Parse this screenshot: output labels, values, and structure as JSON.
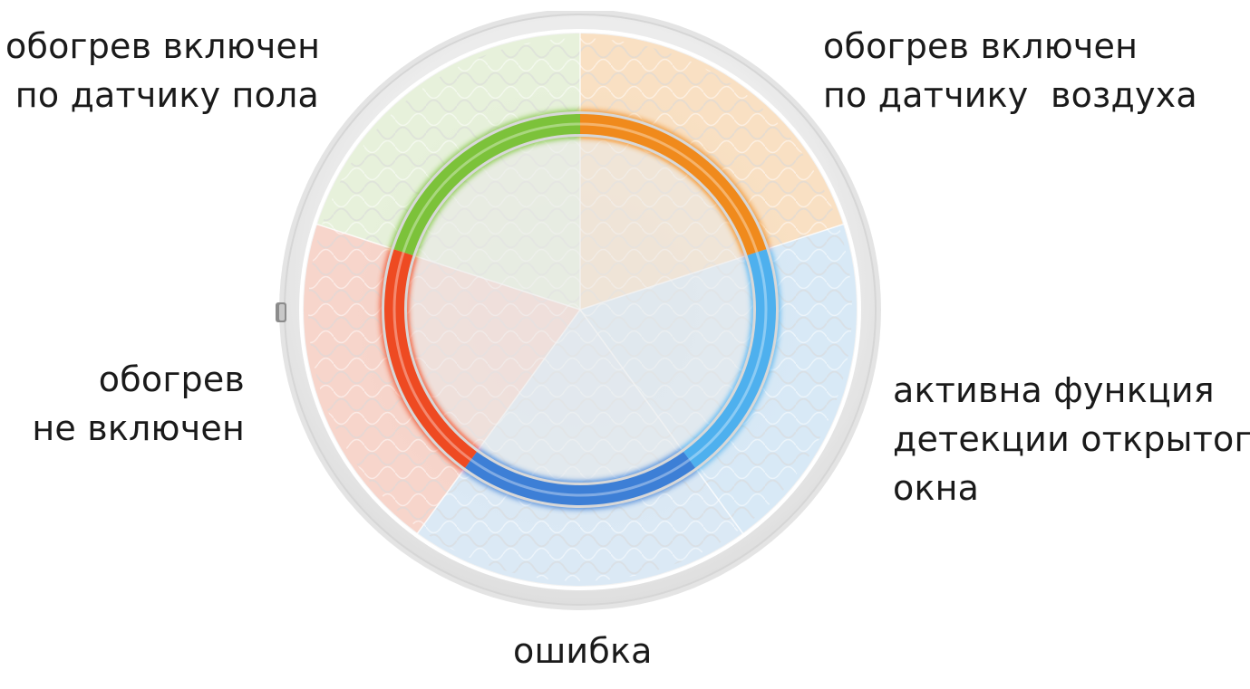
{
  "labels": {
    "top_left": [
      "обогрев включен",
      "по датчику пола"
    ],
    "top_right": [
      "обогрев включен",
      "по датчику  воздуха"
    ],
    "left": [
      "обогрев",
      "не включен"
    ],
    "right": [
      "активна функция",
      "детекции открытого",
      "окна"
    ],
    "bottom": [
      "ошибка"
    ]
  },
  "segments": [
    {
      "name": "floor-sensor",
      "color": "#f08a1c",
      "tint": "#fbd9b3"
    },
    {
      "name": "air-sensor",
      "color": "#4eb0ee",
      "tint": "#cfe6f7"
    },
    {
      "name": "open-window",
      "color": "#3d7fd6",
      "tint": "#d3e5f6"
    },
    {
      "name": "error",
      "color": "#ee4a22",
      "tint": "#f8cbbd"
    },
    {
      "name": "heating-off",
      "color": "#7cc23a",
      "tint": "#e3f0d3"
    }
  ]
}
